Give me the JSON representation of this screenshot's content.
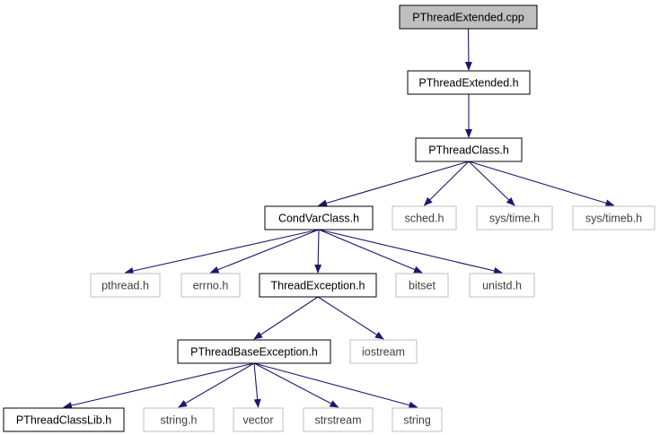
{
  "colors": {
    "edge": "#191970",
    "root_fill": "#bfbfbf",
    "local_border": "#000000",
    "system_border": "#bfbfbf",
    "system_text": "#404040",
    "local_text": "#000000"
  },
  "nodes": [
    {
      "id": "n0",
      "label": "PThreadExtended.cpp",
      "kind": "root"
    },
    {
      "id": "n1",
      "label": "PThreadExtended.h",
      "kind": "local"
    },
    {
      "id": "n2",
      "label": "PThreadClass.h",
      "kind": "local"
    },
    {
      "id": "n3",
      "label": "CondVarClass.h",
      "kind": "local"
    },
    {
      "id": "n4",
      "label": "sched.h",
      "kind": "system"
    },
    {
      "id": "n5",
      "label": "sys/time.h",
      "kind": "system"
    },
    {
      "id": "n6",
      "label": "sys/timeb.h",
      "kind": "system"
    },
    {
      "id": "n7",
      "label": "pthread.h",
      "kind": "system"
    },
    {
      "id": "n8",
      "label": "errno.h",
      "kind": "system"
    },
    {
      "id": "n9",
      "label": "ThreadException.h",
      "kind": "local"
    },
    {
      "id": "n10",
      "label": "bitset",
      "kind": "system"
    },
    {
      "id": "n11",
      "label": "unistd.h",
      "kind": "system"
    },
    {
      "id": "n12",
      "label": "PThreadBaseException.h",
      "kind": "local"
    },
    {
      "id": "n13",
      "label": "iostream",
      "kind": "system"
    },
    {
      "id": "n14",
      "label": "PThreadClassLib.h",
      "kind": "local"
    },
    {
      "id": "n15",
      "label": "string.h",
      "kind": "system"
    },
    {
      "id": "n16",
      "label": "vector",
      "kind": "system"
    },
    {
      "id": "n17",
      "label": "strstream",
      "kind": "system"
    },
    {
      "id": "n18",
      "label": "string",
      "kind": "system"
    }
  ],
  "edges": [
    [
      "n0",
      "n1"
    ],
    [
      "n1",
      "n2"
    ],
    [
      "n2",
      "n3"
    ],
    [
      "n2",
      "n4"
    ],
    [
      "n2",
      "n5"
    ],
    [
      "n2",
      "n6"
    ],
    [
      "n3",
      "n7"
    ],
    [
      "n3",
      "n8"
    ],
    [
      "n3",
      "n9"
    ],
    [
      "n3",
      "n10"
    ],
    [
      "n3",
      "n11"
    ],
    [
      "n9",
      "n12"
    ],
    [
      "n9",
      "n13"
    ],
    [
      "n12",
      "n14"
    ],
    [
      "n12",
      "n15"
    ],
    [
      "n12",
      "n16"
    ],
    [
      "n12",
      "n17"
    ],
    [
      "n12",
      "n18"
    ]
  ]
}
